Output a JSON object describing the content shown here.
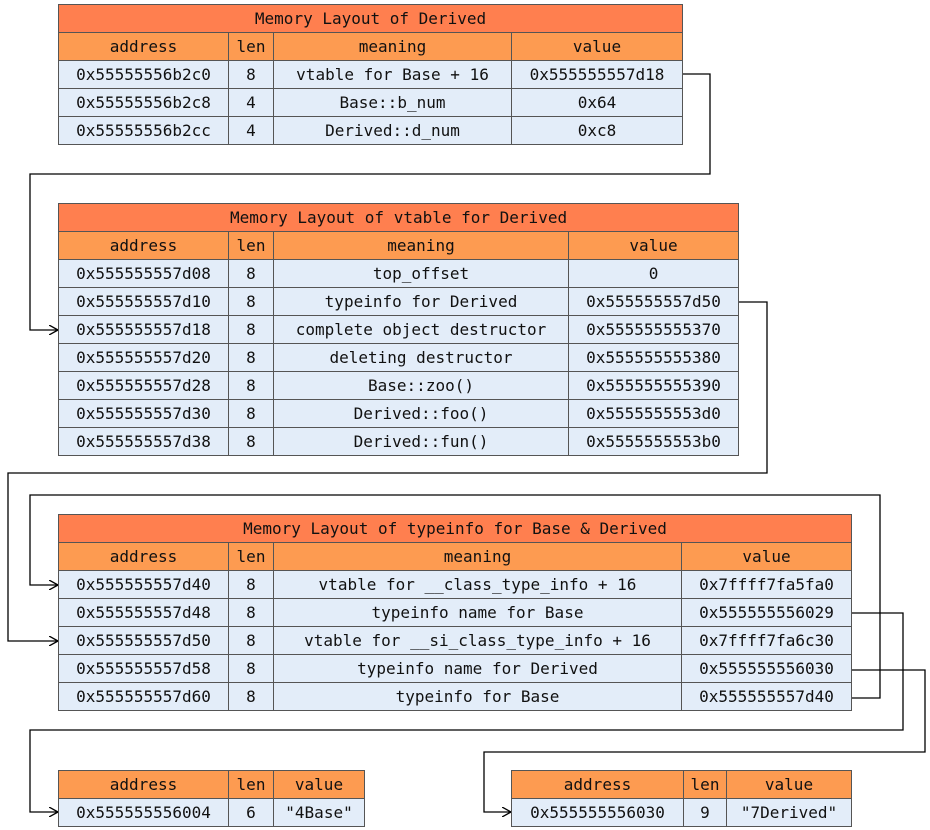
{
  "derived": {
    "title": "Memory Layout of Derived",
    "headers": [
      "address",
      "len",
      "meaning",
      "value"
    ],
    "rows": [
      [
        "0x55555556b2c0",
        "8",
        "vtable for Base + 16",
        "0x555555557d18"
      ],
      [
        "0x55555556b2c8",
        "4",
        "Base::b_num",
        "0x64"
      ],
      [
        "0x55555556b2cc",
        "4",
        "Derived::d_num",
        "0xc8"
      ]
    ]
  },
  "vtable": {
    "title": "Memory Layout of vtable for Derived",
    "headers": [
      "address",
      "len",
      "meaning",
      "value"
    ],
    "rows": [
      [
        "0x555555557d08",
        "8",
        "top_offset",
        "0"
      ],
      [
        "0x555555557d10",
        "8",
        "typeinfo for Derived",
        "0x555555557d50"
      ],
      [
        "0x555555557d18",
        "8",
        "complete object destructor",
        "0x555555555370"
      ],
      [
        "0x555555557d20",
        "8",
        "deleting destructor",
        "0x555555555380"
      ],
      [
        "0x555555557d28",
        "8",
        "Base::zoo()",
        "0x555555555390"
      ],
      [
        "0x555555557d30",
        "8",
        "Derived::foo()",
        "0x5555555553d0"
      ],
      [
        "0x555555557d38",
        "8",
        "Derived::fun()",
        "0x5555555553b0"
      ]
    ]
  },
  "typeinfo": {
    "title": "Memory Layout of typeinfo for Base & Derived",
    "headers": [
      "address",
      "len",
      "meaning",
      "value"
    ],
    "rows": [
      [
        "0x555555557d40",
        "8",
        "vtable for __class_type_info + 16",
        "0x7ffff7fa5fa0"
      ],
      [
        "0x555555557d48",
        "8",
        "typeinfo name for Base",
        "0x555555556029"
      ],
      [
        "0x555555557d50",
        "8",
        "vtable for __si_class_type_info + 16",
        "0x7ffff7fa6c30"
      ],
      [
        "0x555555557d58",
        "8",
        "typeinfo name for Derived",
        "0x555555556030"
      ],
      [
        "0x555555557d60",
        "8",
        "typeinfo for Base",
        "0x555555557d40"
      ]
    ]
  },
  "name_base": {
    "headers": [
      "address",
      "len",
      "value"
    ],
    "rows": [
      [
        "0x555555556004",
        "6",
        "\"4Base\""
      ]
    ]
  },
  "name_derived": {
    "headers": [
      "address",
      "len",
      "value"
    ],
    "rows": [
      [
        "0x555555556030",
        "9",
        "\"7Derived\""
      ]
    ]
  }
}
